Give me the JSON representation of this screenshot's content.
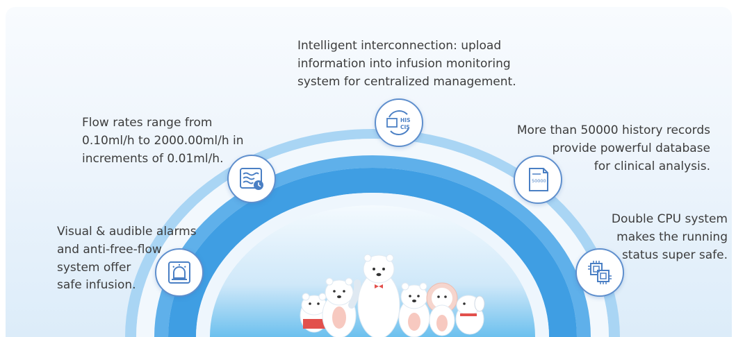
{
  "features": {
    "interconnection": {
      "text": "Intelligent interconnection: upload\ninformation into infusion monitoring\nsystem for centralized management.",
      "icon": "his-cis-sync-icon",
      "badge_line1": "HIS",
      "badge_line2": "CIS"
    },
    "flow_rates": {
      "text": "Flow rates range from\n0.10ml/h to 2000.00ml/h in\nincrements of 0.01ml/h.",
      "icon": "flow-rate-clock-icon"
    },
    "alarms": {
      "text": "Visual & audible alarms\nand anti-free-flow\nsystem offer\nsafe infusion.",
      "icon": "alarm-light-icon"
    },
    "history": {
      "text": "More than 50000 history records\nprovide powerful database\nfor clinical analysis.",
      "icon": "history-records-document-icon",
      "badge_value": "50000"
    },
    "cpu": {
      "text": "Double CPU system\nmakes the running\nstatus super safe.",
      "icon": "double-cpu-chip-icon"
    }
  },
  "colors": {
    "arc_outer": "#a8d4f3",
    "arc_middle": "#4aa3e4",
    "arc_inner_bg": "#dff0fb",
    "icon_stroke": "#4a7fc4",
    "text": "#3c3c3c"
  }
}
